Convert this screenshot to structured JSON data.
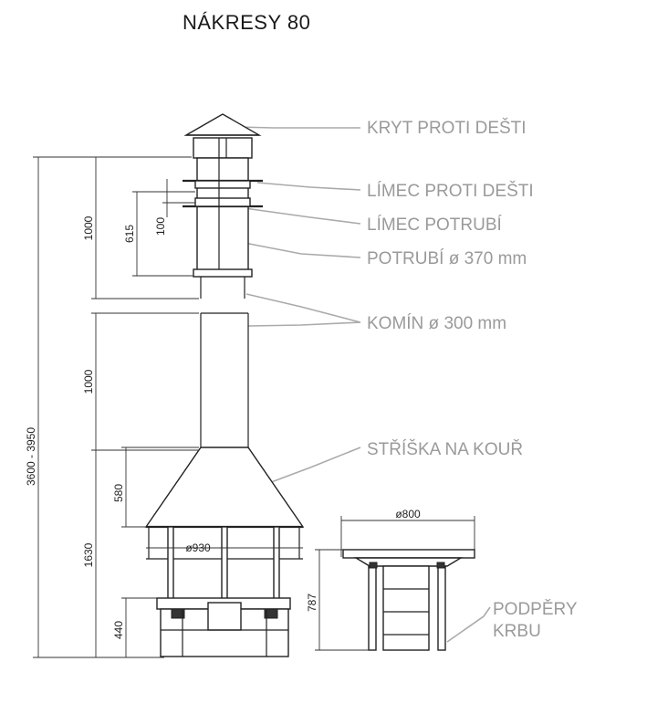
{
  "title": "NÁKRESY 80",
  "labels": {
    "kryt": "KRYT PROTI DEŠTI",
    "limec_deste": "LÍMEC PROTI DEŠTI",
    "limec_potrubi": "LÍMEC POTRUBÍ",
    "potrubi": "POTRUBÍ ø 370 mm",
    "komin": "KOMÍN ø 300 mm",
    "striska": "STŘÍŠKA NA KOUŘ",
    "podpery_1": "PODPĚRY",
    "podpery_2": "KRBU"
  },
  "dimensions": {
    "total": "3600 - 3950",
    "top_1000": "1000",
    "d615": "615",
    "d100": "100",
    "mid_1000": "1000",
    "d580": "580",
    "d1630": "1630",
    "d440": "440",
    "d930": "ø930",
    "d800": "ø800",
    "d787": "787"
  }
}
